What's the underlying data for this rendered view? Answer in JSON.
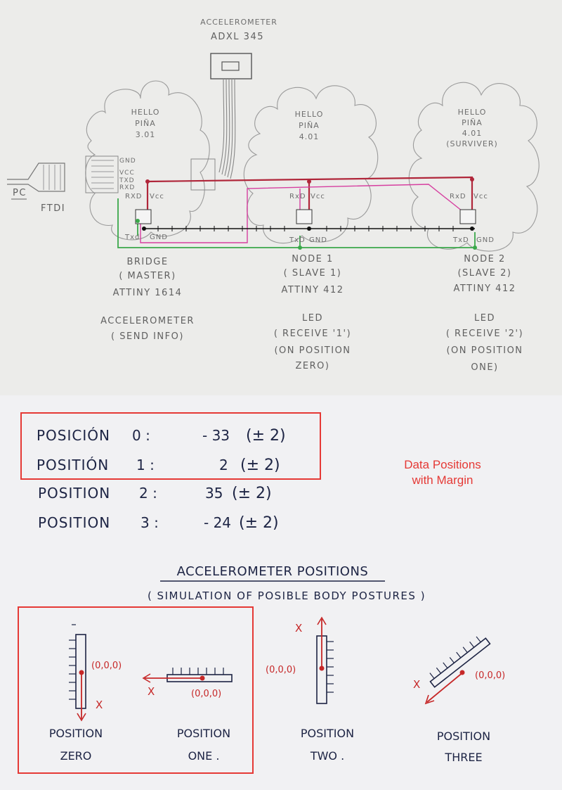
{
  "top": {
    "accelerometer": {
      "line1": "ACCELEROMETER",
      "line2": "ADXL 345"
    },
    "pc_label": "PC",
    "ftdi_label": "FTDI",
    "ftdi_pins": {
      "gnd": "GND",
      "vcc": "VCC",
      "txd": "TXD",
      "rxd": "RXD"
    },
    "boards": [
      {
        "name1": "HELLO",
        "name2": "PIÑA",
        "name3": "3.01",
        "name4": "",
        "pin_rxd": "RXD",
        "pin_vcc": "Vcc",
        "pin_txd": "Txd",
        "pin_gnd": "GND",
        "role1": "BRIDGE",
        "role2": "( MASTER)",
        "chip": "ATTINY 1614",
        "func1": "ACCELEROMETER",
        "func2": "( SEND  INFO)",
        "func3": ""
      },
      {
        "name1": "HELLO",
        "name2": "PIÑA",
        "name3": "4.01",
        "name4": "",
        "pin_rxd": "RxD",
        "pin_vcc": "Vcc",
        "pin_txd": "TxD",
        "pin_gnd": "GND",
        "role1": "NODE 1",
        "role2": "( SLAVE 1)",
        "chip": "ATTINY 412",
        "func1": "LED",
        "func2": "( RECEIVE '1')",
        "func3": "(ON POSITION",
        "func4": "ZERO)"
      },
      {
        "name1": "HELLO",
        "name2": "PIÑA",
        "name3": "4.01",
        "name4": "(SURVIVER)",
        "pin_rxd": "RxD",
        "pin_vcc": "Vcc",
        "pin_txd": "TxD",
        "pin_gnd": "GND",
        "role1": "NODE 2",
        "role2": "(SLAVE 2)",
        "chip": "ATTINY 412",
        "func1": "LED",
        "func2": "( RECEIVE '2')",
        "func3": "(ON POSITION",
        "func4": "ONE)"
      }
    ]
  },
  "positions": [
    {
      "label": "POSICIÓN",
      "num": "0 :",
      "value": "- 33",
      "margin": "(± 2)"
    },
    {
      "label": "POSITIÓN",
      "num": "1 :",
      "value": "2",
      "margin": "(± 2)"
    },
    {
      "label": "POSITION",
      "num": "2 :",
      "value": "35",
      "margin": "(± 2)"
    },
    {
      "label": "POSITION",
      "num": "3 :",
      "value": "- 24",
      "margin": "(± 2)"
    }
  ],
  "note": {
    "line1": "Data Positions",
    "line2": "with Margin"
  },
  "section": {
    "title": "ACCELEROMETER  POSITIONS",
    "subtitle": "( SIMULATION  OF  POSIBLE  BODY  POSTURES )"
  },
  "sketches": [
    {
      "label1": "POSITION",
      "label2": "ZERO",
      "origin": "(0,0,0)",
      "axis": "X"
    },
    {
      "label1": "POSITION",
      "label2": "ONE .",
      "origin": "(0,0,0)",
      "axis": "X"
    },
    {
      "label1": "POSITION",
      "label2": "TWO .",
      "origin": "(0,0,0)",
      "axis": "X"
    },
    {
      "label1": "POSITION",
      "label2": "THREE",
      "origin": "(0,0,0)",
      "axis": "X"
    }
  ],
  "colors": {
    "red_wire": "#b0263a",
    "green_wire": "#3aa84a",
    "pink_wire": "#d63fa0",
    "black_wire": "#111111",
    "ink": "#1d2444",
    "red_ink": "#c62828",
    "highlight": "#e53935"
  }
}
